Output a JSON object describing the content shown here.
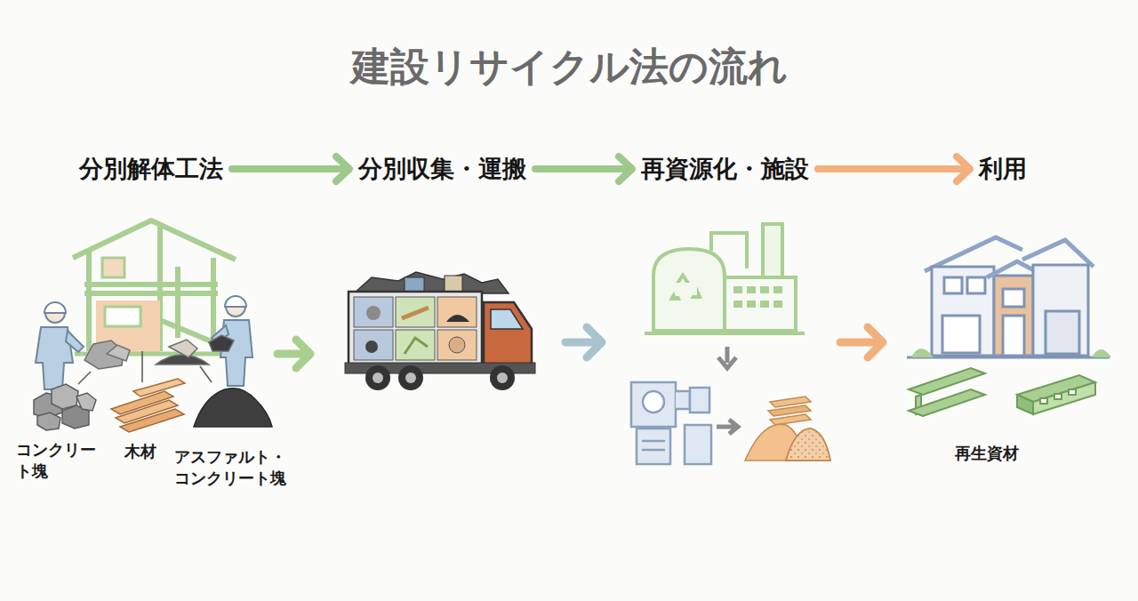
{
  "diagram": {
    "title": "建設リサイクル法の流れ",
    "nodes": [
      {
        "text": [
          "分別解体工法"
        ]
      },
      {
        "text": [
          "分別収集・運搬"
        ]
      },
      {
        "text": [
          "再資源化・施設"
        ]
      },
      {
        "text": [
          "利用"
        ]
      }
    ],
    "edges": [
      {
        "from": 0,
        "to": 1,
        "arrow": "to"
      },
      {
        "from": 1,
        "to": 2,
        "arrow": "to"
      },
      {
        "from": 2,
        "to": 3,
        "arrow": "to"
      }
    ],
    "labels": [
      "コンクリート塊",
      "木材",
      "アスファルト・コンクリート塊",
      "再生資材"
    ]
  }
}
